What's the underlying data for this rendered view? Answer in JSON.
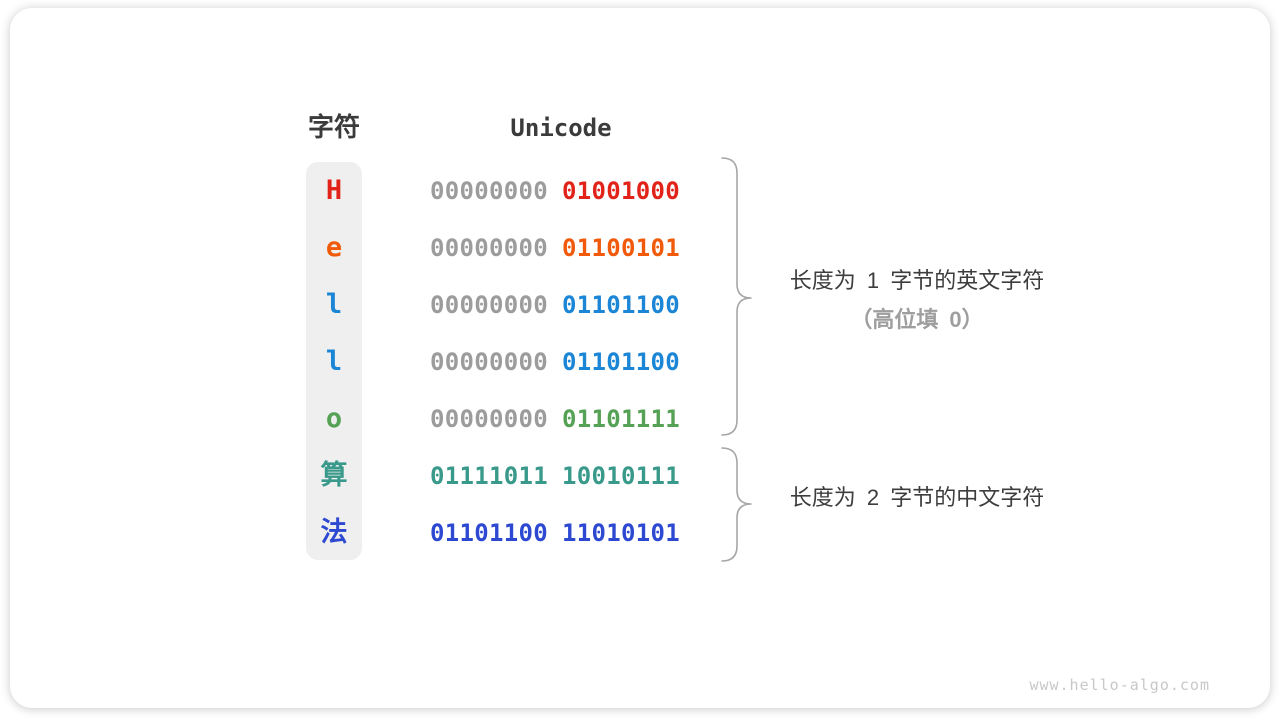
{
  "page": {
    "watermark": "www.hello-algo.com"
  },
  "table": {
    "headers": {
      "char": "字符",
      "unicode": "Unicode"
    },
    "zero_color": "#9c9c9c",
    "rows": [
      {
        "char": "H",
        "byte1": "00000000",
        "byte2": "01001000",
        "color": "#e12319",
        "byte1_colored": false
      },
      {
        "char": "e",
        "byte1": "00000000",
        "byte2": "01100101",
        "color": "#f05a0a",
        "byte1_colored": false
      },
      {
        "char": "l",
        "byte1": "00000000",
        "byte2": "01101100",
        "color": "#1b85d6",
        "byte1_colored": false
      },
      {
        "char": "l",
        "byte1": "00000000",
        "byte2": "01101100",
        "color": "#1b85d6",
        "byte1_colored": false
      },
      {
        "char": "o",
        "byte1": "00000000",
        "byte2": "01101111",
        "color": "#55a155",
        "byte1_colored": false
      },
      {
        "char": "算",
        "byte1": "01111011",
        "byte2": "10010111",
        "color": "#39998a",
        "byte1_colored": true
      },
      {
        "char": "法",
        "byte1": "01101100",
        "byte2": "11010101",
        "color": "#2d49d1",
        "byte1_colored": true
      }
    ]
  },
  "annotations": {
    "group1": {
      "line1": "长度为 1 字节的英文字符",
      "line2": "（高位填 0）"
    },
    "group2": {
      "line1": "长度为 2 字节的中文字符"
    }
  },
  "colors": {
    "header_text": "#3b3b3b",
    "char_column_bg": "#efefef",
    "brace": "#a6a6a6",
    "annotation_text": "#3d3d3d",
    "annotation_sub_text": "#9e9e9e",
    "watermark_text": "#c8c8c8"
  }
}
